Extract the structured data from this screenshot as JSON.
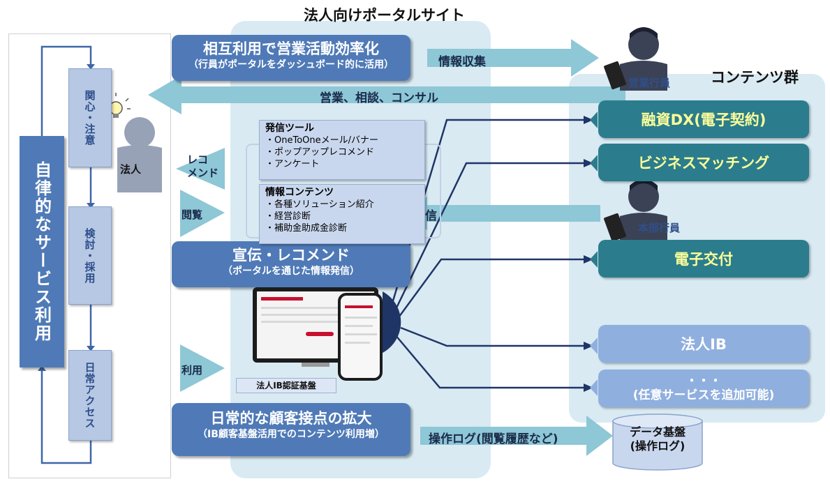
{
  "portal_title": "法人向けポータルサイト",
  "contents_title": "コンテンツ群",
  "top_banner": {
    "main": "相互利用で営業活動効率化",
    "sub": "（行員がポータルをダッシュボード的に活用）"
  },
  "mid_banner": {
    "main": "宣伝・レコメンド",
    "sub": "（ポータルを通じた情報発信）"
  },
  "bottom_banner": {
    "main": "日常的な顧客接点の拡大",
    "sub": "（IB顧客基盤活用でのコンテンツ利用増）"
  },
  "left_cycle": {
    "vertical_label": "自律的なサービス利用",
    "steps": [
      "関心・注意",
      "検討・採用",
      "日常アクセス"
    ]
  },
  "person_label": "法人",
  "side_labels": {
    "recommend": "レコ\nメンド",
    "browse": "閲覧",
    "use": "利用"
  },
  "arrows": {
    "collect": "情報収集",
    "sales": "営業、相談、コンサル",
    "send": "発信",
    "oplog": "操作ログ(閲覧履歴など)"
  },
  "staff": {
    "sales": "営業行員",
    "hq": "本部行員"
  },
  "tools_box": {
    "title": "発信ツール",
    "items": [
      "・OneToOneメール/バナー",
      "・ポップアップレコメンド",
      "・アンケート"
    ]
  },
  "contents_box": {
    "title": "情報コンテンツ",
    "items": [
      "・各種ソリューション紹介",
      "・経営診断",
      "・補助金助成金診断"
    ]
  },
  "auth_label": "法人IB認証基盤",
  "services": [
    {
      "label": "融資DX(電子契約)",
      "style": "teal"
    },
    {
      "label": "ビジネスマッチング",
      "style": "teal"
    },
    {
      "label": "電子交付",
      "style": "teal"
    },
    {
      "label": "法人IB",
      "style": "lblue"
    },
    {
      "label": "・・・\n(任意サービスを追加可能)",
      "style": "lblue"
    }
  ],
  "data_platform": "データ基盤\n(操作ログ)",
  "colors": {
    "navy": "#4f7ab7",
    "teal": "#2b7d8d",
    "light_blue": "#8fafde",
    "panel": "#d9eaf3",
    "arrow": "#8ec7d6"
  }
}
